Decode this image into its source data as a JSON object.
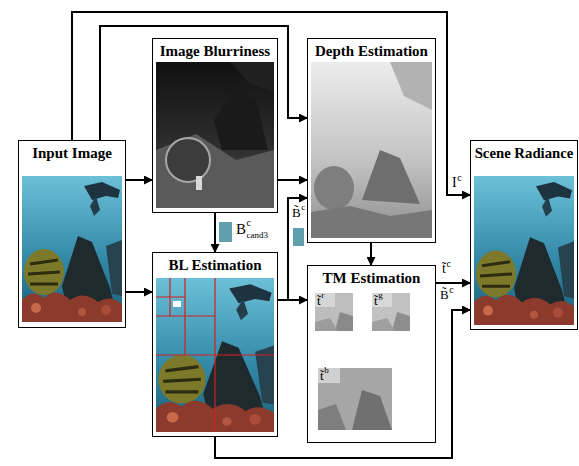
{
  "diagram": {
    "nodes": [
      {
        "text": [
          "Input Image"
        ]
      },
      {
        "text": [
          "Image Blurriness"
        ]
      },
      {
        "text": [
          "Depth Estimation"
        ]
      },
      {
        "text": [
          "Scene Radiance"
        ]
      },
      {
        "text": [
          "BL Estimation"
        ]
      },
      {
        "text": [
          "TM Estimation"
        ]
      }
    ],
    "edges": [
      {
        "from": 0,
        "to": 1,
        "arrow": "to"
      },
      {
        "from": 0,
        "to": 4,
        "arrow": "to"
      },
      {
        "from": 0,
        "to": 2,
        "arrow": "to"
      },
      {
        "from": 0,
        "to": 3,
        "arrow": "to"
      },
      {
        "from": 1,
        "to": 2,
        "arrow": "to"
      },
      {
        "from": 1,
        "to": 4,
        "arrow": "to"
      },
      {
        "from": 4,
        "to": 2,
        "arrow": "to"
      },
      {
        "from": 4,
        "to": 5,
        "arrow": "to"
      },
      {
        "from": 2,
        "to": 5,
        "arrow": "to"
      },
      {
        "from": 5,
        "to": 3,
        "arrow": "to"
      },
      {
        "from": 4,
        "to": 3,
        "arrow": "to"
      }
    ],
    "labels": [
      "B",
      "c",
      "cand3",
      "B̃",
      "c",
      "I",
      "c",
      "t̃",
      "c",
      "B̃",
      "c",
      "t̃",
      "r",
      "t̃",
      "g",
      "t̃",
      "b"
    ]
  }
}
